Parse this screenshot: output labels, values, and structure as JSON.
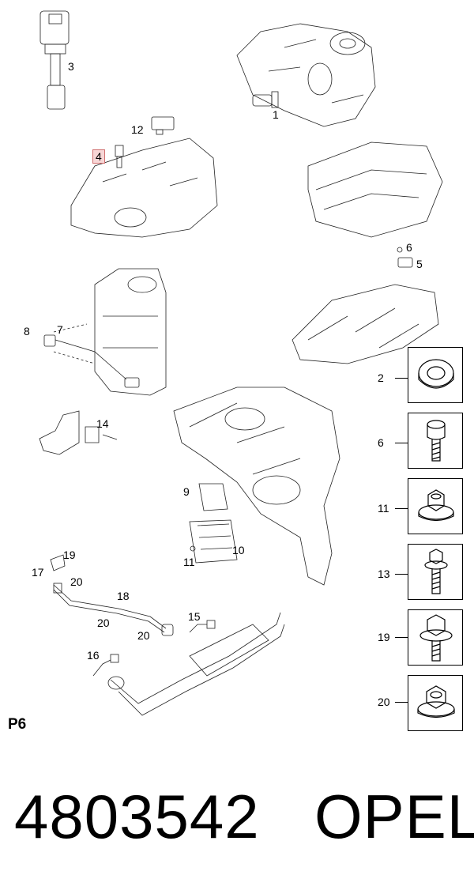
{
  "callouts": {
    "c1": "1",
    "c2": "2",
    "c3": "3",
    "c4": "4",
    "c5": "5",
    "c6": "6",
    "c7": "7",
    "c8": "8",
    "c9": "9",
    "c10": "10",
    "c11": "11",
    "c12": "12",
    "c13": "13",
    "c14": "14",
    "c15": "15",
    "c16": "16",
    "c17": "17",
    "c18": "18",
    "c19": "19",
    "c20a": "20",
    "c20b": "20",
    "c20c": "20"
  },
  "fastener_boxes": [
    {
      "number": "2",
      "icon": "washer-icon"
    },
    {
      "number": "6",
      "icon": "socket-head-screw-icon"
    },
    {
      "number": "11",
      "icon": "flange-nut-icon"
    },
    {
      "number": "13",
      "icon": "flange-bolt-icon"
    },
    {
      "number": "19",
      "icon": "hex-flange-bolt-icon"
    },
    {
      "number": "20",
      "icon": "hex-flange-nut-icon"
    }
  ],
  "sheet_label": "P6",
  "part_number": "4803542",
  "brand": "OPEL",
  "colors": {
    "highlight_fill": "#f7d6d6",
    "highlight_border": "#d07070",
    "line": "#000000"
  }
}
